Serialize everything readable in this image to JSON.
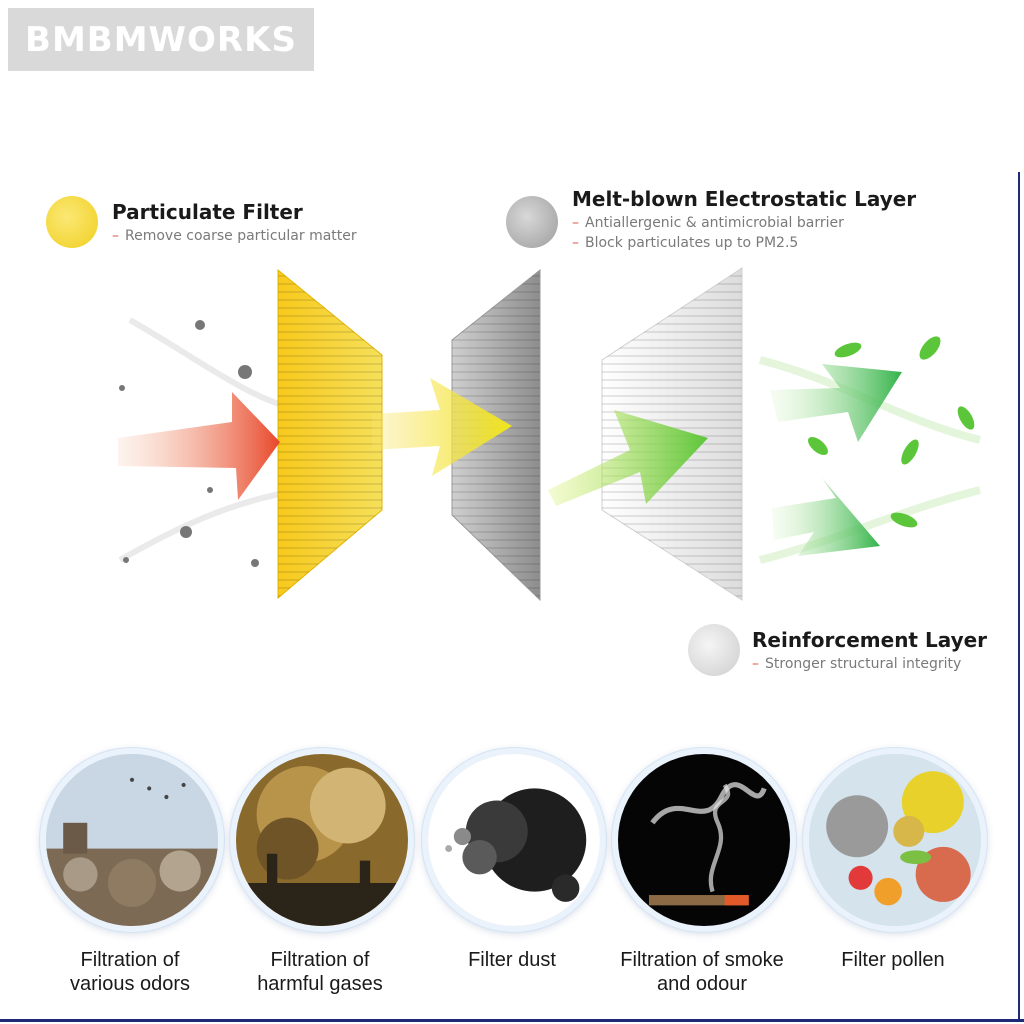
{
  "brand": {
    "name": "BMBMWORKS"
  },
  "layers": [
    {
      "title": "Particulate Filter",
      "lines": [
        "Remove coarse particular matter"
      ],
      "color": "#f2d530"
    },
    {
      "title": "Melt-blown Electrostatic Layer",
      "lines": [
        "Antiallergenic & antimicrobial barrier",
        "Block particulates up to PM2.5"
      ],
      "color": "#b8b8b8"
    },
    {
      "title": "Reinforcement Layer",
      "lines": [
        "Stronger structural integrity"
      ],
      "color": "#e2e2e2"
    }
  ],
  "line_marker": "–",
  "features": [
    {
      "lines": [
        "Filtration of",
        "various odors"
      ]
    },
    {
      "lines": [
        "Filtration of",
        "harmful gases"
      ]
    },
    {
      "lines": [
        "Filter dust"
      ]
    },
    {
      "lines": [
        "Filtration of smoke",
        "and odour"
      ]
    },
    {
      "lines": [
        "Filter pollen"
      ]
    }
  ],
  "colors": {
    "accent_dash": "#e0554b",
    "frame": "#1e2a78",
    "particulate": "#f2c21a",
    "electrostatic": "#a8a8a8",
    "reinforcement": "#e4e4e4",
    "clean_air": "#4cc23a",
    "dirty_air": "#e8472a"
  }
}
